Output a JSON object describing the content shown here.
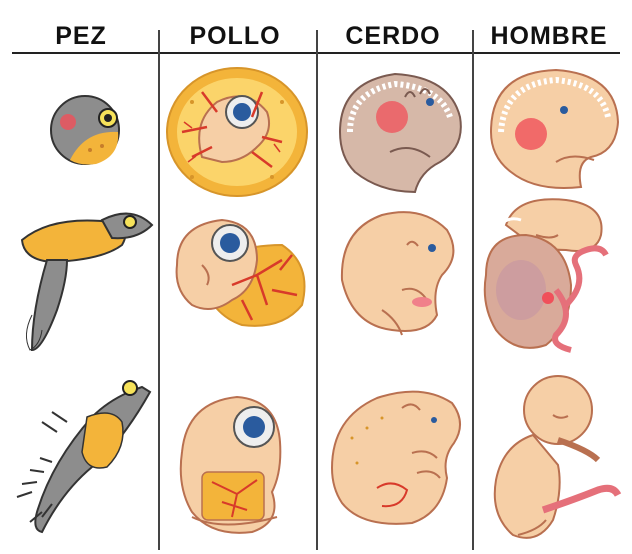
{
  "columns": [
    {
      "label": "PEZ"
    },
    {
      "label": "POLLO"
    },
    {
      "label": "CERDO"
    },
    {
      "label": "HOMBRE"
    }
  ],
  "stages": 3,
  "colors": {
    "skin": "#f6cfa6",
    "skin_shadow": "#e3a878",
    "yolk": "#f3b43a",
    "yolk_light": "#fbd46a",
    "fish_gray": "#8d8d8d",
    "eye_blue": "#2a5b9e",
    "blood": "#d83a2a",
    "red_spot": "#f0505a",
    "rule": "#222222"
  },
  "icons": [
    "fish-embryo-icon",
    "chicken-embryo-icon",
    "pig-embryo-icon",
    "human-embryo-icon"
  ]
}
